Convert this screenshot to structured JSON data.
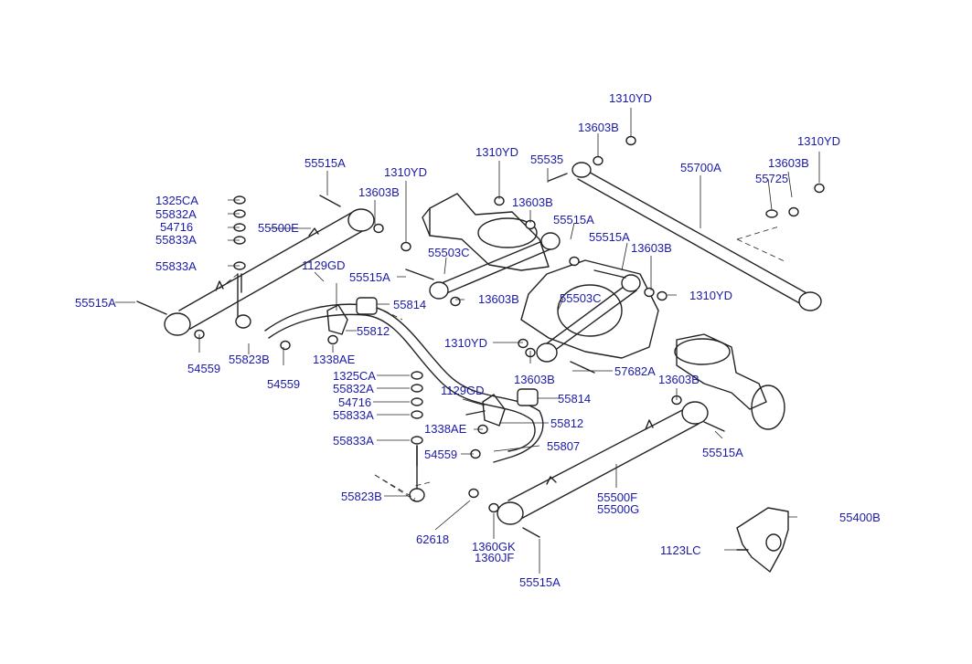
{
  "diagram": {
    "callouts": [
      {
        "id": "c1",
        "text": "1310YD"
      },
      {
        "id": "c2",
        "text": "13603B"
      },
      {
        "id": "c3",
        "text": "1310YD"
      },
      {
        "id": "c4",
        "text": "55535"
      },
      {
        "id": "c5",
        "text": "55700A"
      },
      {
        "id": "c6",
        "text": "13603B"
      },
      {
        "id": "c7",
        "text": "1310YD"
      },
      {
        "id": "c8",
        "text": "55725"
      },
      {
        "id": "c9",
        "text": "55515A"
      },
      {
        "id": "c10",
        "text": "1310YD"
      },
      {
        "id": "c11",
        "text": "13603B"
      },
      {
        "id": "c12",
        "text": "13603B"
      },
      {
        "id": "c13",
        "text": "55515A"
      },
      {
        "id": "c14",
        "text": "1325CA"
      },
      {
        "id": "c15",
        "text": "55832A"
      },
      {
        "id": "c16",
        "text": "54716"
      },
      {
        "id": "c17",
        "text": "55500E"
      },
      {
        "id": "c18",
        "text": "55833A"
      },
      {
        "id": "c19",
        "text": "55503C"
      },
      {
        "id": "c20",
        "text": "55515A"
      },
      {
        "id": "c21",
        "text": "13603B"
      },
      {
        "id": "c22",
        "text": "55833A"
      },
      {
        "id": "c23",
        "text": "1129GD"
      },
      {
        "id": "c24",
        "text": "55515A"
      },
      {
        "id": "c25",
        "text": "13603B"
      },
      {
        "id": "c26",
        "text": "55503C"
      },
      {
        "id": "c27",
        "text": "1310YD"
      },
      {
        "id": "c28",
        "text": "55515A"
      },
      {
        "id": "c29",
        "text": "55814"
      },
      {
        "id": "c30",
        "text": "55812"
      },
      {
        "id": "c31",
        "text": "1338AE"
      },
      {
        "id": "c32",
        "text": "55823B"
      },
      {
        "id": "c33",
        "text": "54559"
      },
      {
        "id": "c34",
        "text": "54559"
      },
      {
        "id": "c35",
        "text": "1310YD"
      },
      {
        "id": "c36",
        "text": "57682A"
      },
      {
        "id": "c37",
        "text": "13603B"
      },
      {
        "id": "c38",
        "text": "13603B"
      },
      {
        "id": "c39",
        "text": "1325CA"
      },
      {
        "id": "c40",
        "text": "55832A"
      },
      {
        "id": "c41",
        "text": "54716"
      },
      {
        "id": "c42",
        "text": "1129GD"
      },
      {
        "id": "c43",
        "text": "55814"
      },
      {
        "id": "c44",
        "text": "55833A"
      },
      {
        "id": "c45",
        "text": "55812"
      },
      {
        "id": "c46",
        "text": "1338AE"
      },
      {
        "id": "c47",
        "text": "55833A"
      },
      {
        "id": "c48",
        "text": "55515A"
      },
      {
        "id": "c49",
        "text": "55807"
      },
      {
        "id": "c50",
        "text": "54559"
      },
      {
        "id": "c51",
        "text": "55823B"
      },
      {
        "id": "c52",
        "text": "55500F"
      },
      {
        "id": "c53",
        "text": "55500G"
      },
      {
        "id": "c54",
        "text": "55400B"
      },
      {
        "id": "c55",
        "text": "62618"
      },
      {
        "id": "c56",
        "text": "1360GK"
      },
      {
        "id": "c57",
        "text": "1360JF"
      },
      {
        "id": "c58",
        "text": "1123LC"
      },
      {
        "id": "c59",
        "text": "55515A"
      }
    ]
  }
}
